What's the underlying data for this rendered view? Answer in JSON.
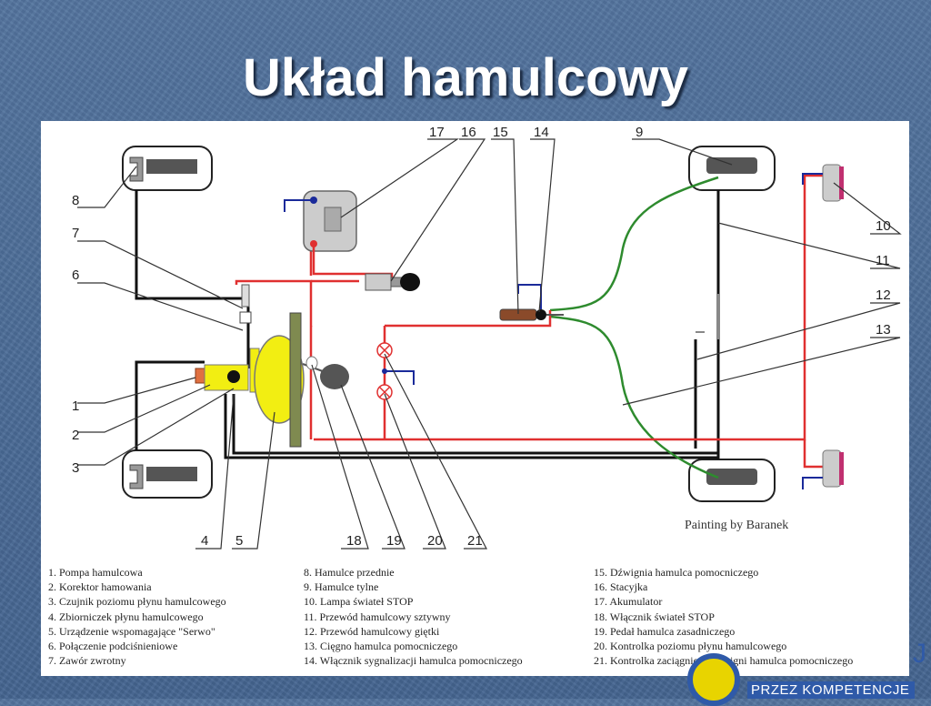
{
  "slide": {
    "title": "Układ hamulcowy"
  },
  "diagram": {
    "credit": "Painting by Baranek",
    "number_labels": [
      "1",
      "2",
      "3",
      "4",
      "5",
      "6",
      "7",
      "8",
      "9",
      "10",
      "11",
      "12",
      "13",
      "14",
      "15",
      "16",
      "17",
      "18",
      "19",
      "20",
      "21"
    ],
    "legend": {
      "col1": [
        "1. Pompa hamulcowa",
        "2. Korektor hamowania",
        "3. Czujnik poziomu płynu hamulcowego",
        "4. Zbiorniczek płynu hamulcowego",
        "5. Urządzenie wspomagające \"Serwo\"",
        "6. Połączenie podciśnieniowe",
        "7. Zawór zwrotny"
      ],
      "col2": [
        "8. Hamulce przednie",
        "9. Hamulce tylne",
        "10. Lampa świateł STOP",
        "11. Przewód hamulcowy sztywny",
        "12. Przewód hamulcowy giętki",
        "13. Cięgno hamulca pomocniczego",
        "14. Włącznik sygnalizacji hamulca pomocniczego"
      ],
      "col3": [
        "15. Dźwignia hamulca pomocniczego",
        "16. Stacyjka",
        "17. Akumulator",
        "18. Włącznik świateł STOP",
        "19. Pedał hamulca zasadniczego",
        "20. Kontrolka poziomu płynu hamulcowego",
        "21. Kontrolka zaciągniętej dźwigni hamulca pomocniczego"
      ]
    }
  },
  "branding": {
    "text": "PRZEZ KOMPETENCJE",
    "letter": "J"
  },
  "colors": {
    "background": "#4a6a94",
    "hydraulic_line": "#111111",
    "electric_line": "#e03030",
    "flex_line": "#2e8b2e",
    "ground_marker": "#1a2a9a",
    "servo": "#f2ee12",
    "brand_blue": "#2f5aa8"
  }
}
